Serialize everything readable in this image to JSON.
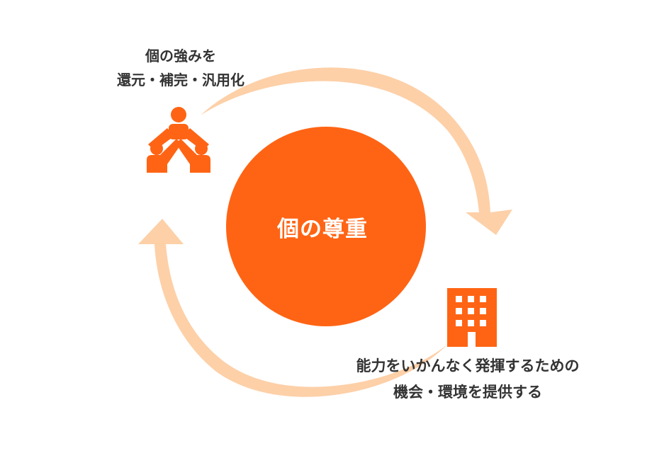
{
  "diagram": {
    "center": {
      "label": "個の尊重"
    },
    "people_caption": {
      "line1": "個の強みを",
      "line2": "還元・補完・汎用化"
    },
    "building_caption": {
      "line1": "能力をいかんなく発揮するための",
      "line2": "機会・環境を提供する"
    },
    "icons": {
      "people": "people-group-icon",
      "building": "office-building-icon"
    },
    "colors": {
      "accent": "#ff6414",
      "arrow": "#fdd0a8",
      "text": "#333333",
      "background": "#ffffff"
    }
  }
}
